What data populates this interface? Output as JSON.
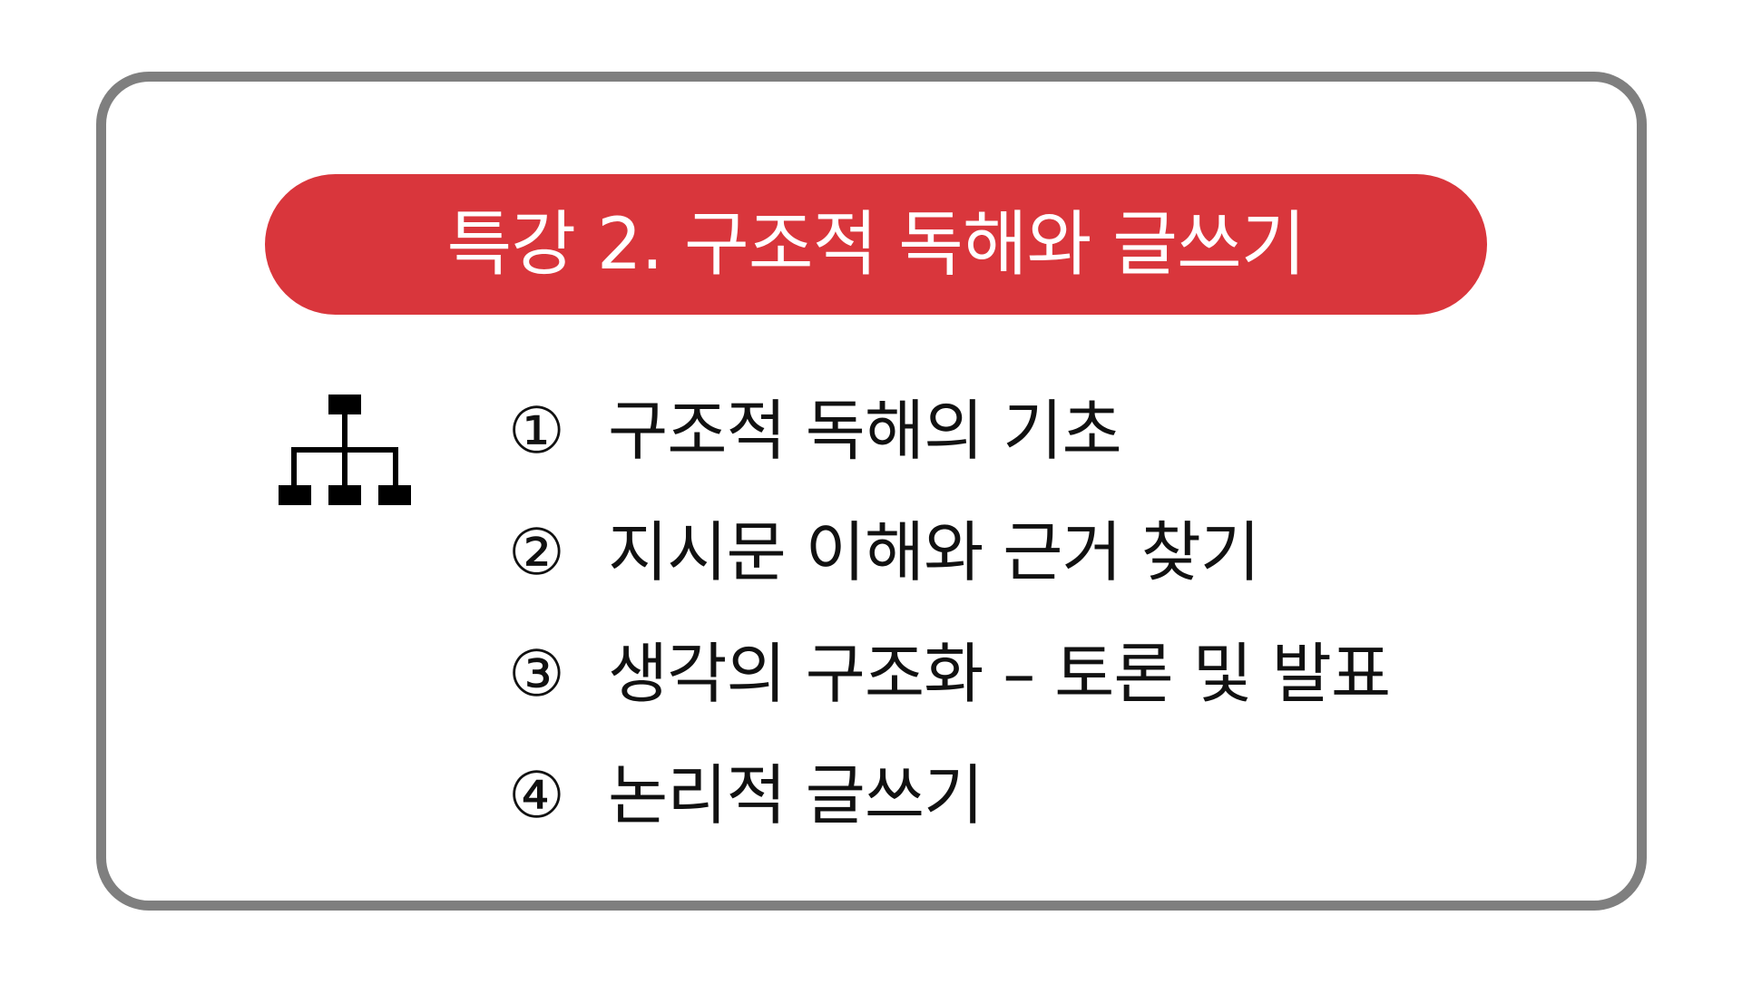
{
  "title": "특강 2. 구조적 독해와 글쓰기",
  "icon": "hierarchy-diagram-icon",
  "colors": {
    "title_background": "#d9363c",
    "title_text": "#ffffff",
    "border": "#7f7f7f",
    "text": "#111111"
  },
  "items": [
    {
      "number": "①",
      "label": "구조적 독해의 기초"
    },
    {
      "number": "②",
      "label": "지시문 이해와 근거 찾기"
    },
    {
      "number": "③",
      "label": "생각의 구조화 – 토론 및 발표"
    },
    {
      "number": "④",
      "label": "논리적 글쓰기"
    }
  ]
}
